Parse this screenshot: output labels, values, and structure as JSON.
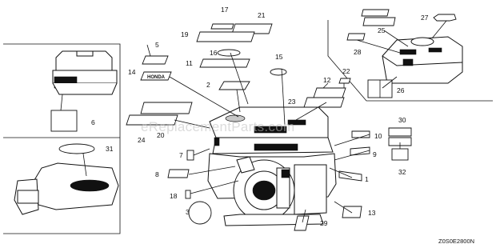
{
  "callouts": [
    "1",
    "2",
    "3",
    "5",
    "6",
    "7",
    "8",
    "9",
    "10",
    "11",
    "12",
    "13",
    "14",
    "15",
    "16",
    "17",
    "18",
    "19",
    "20",
    "21",
    "22",
    "23",
    "24",
    "25",
    "26",
    "27",
    "28",
    "29",
    "30",
    "31",
    "32"
  ],
  "decal_text": "HONDA",
  "watermark": "eReplacementParts.com",
  "diagram_code": "Z0S0E2800N"
}
